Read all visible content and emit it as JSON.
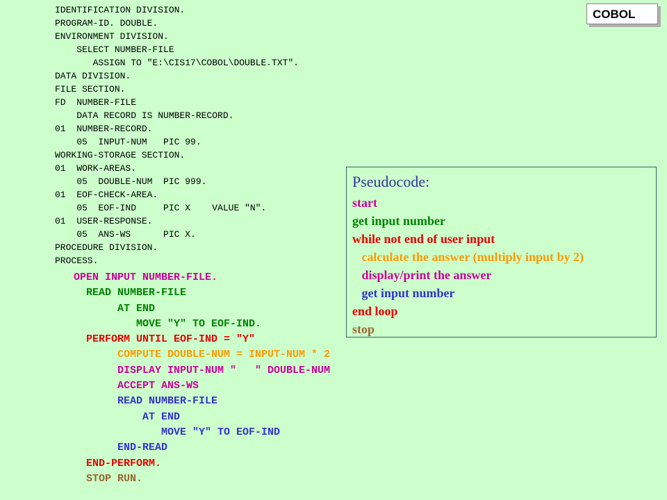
{
  "tag": {
    "label": "COBOL"
  },
  "colors": {
    "magenta": "#cc0099",
    "green": "#008000",
    "red": "#e60000",
    "orange": "#ff9900",
    "blue": "#3333cc",
    "olive": "#996633",
    "title": "#333399"
  },
  "code_small": [
    "IDENTIFICATION DIVISION.",
    "PROGRAM-ID. DOUBLE.",
    "ENVIRONMENT DIVISION.",
    "    SELECT NUMBER-FILE",
    "       ASSIGN TO \"E:\\CIS17\\COBOL\\DOUBLE.TXT\".",
    "DATA DIVISION.",
    "FILE SECTION.",
    "FD  NUMBER-FILE",
    "    DATA RECORD IS NUMBER-RECORD.",
    "01  NUMBER-RECORD.",
    "    05  INPUT-NUM   PIC 99.",
    "WORKING-STORAGE SECTION.",
    "01  WORK-AREAS.",
    "    05  DOUBLE-NUM  PIC 999.",
    "01  EOF-CHECK-AREA.",
    "    05  EOF-IND     PIC X    VALUE \"N\".",
    "01  USER-RESPONSE.",
    "    05  ANS-WS      PIC X.",
    "PROCEDURE DIVISION.",
    "PROCESS."
  ],
  "code_big": [
    {
      "text": "   OPEN INPUT NUMBER-FILE.",
      "color": "magenta"
    },
    {
      "text": "     READ NUMBER-FILE",
      "color": "green"
    },
    {
      "text": "          AT END",
      "color": "green"
    },
    {
      "text": "             MOVE \"Y\" TO EOF-IND.",
      "color": "green"
    },
    {
      "text": "     PERFORM UNTIL EOF-IND = \"Y\"",
      "color": "red"
    },
    {
      "text": "          COMPUTE DOUBLE-NUM = INPUT-NUM * 2",
      "color": "orange"
    },
    {
      "text": "          DISPLAY INPUT-NUM \"   \" DOUBLE-NUM",
      "color": "magenta"
    },
    {
      "text": "          ACCEPT ANS-WS",
      "color": "magenta"
    },
    {
      "text": "          READ NUMBER-FILE",
      "color": "blue"
    },
    {
      "text": "              AT END",
      "color": "blue"
    },
    {
      "text": "                 MOVE \"Y\" TO EOF-IND",
      "color": "blue"
    },
    {
      "text": "          END-READ",
      "color": "blue"
    },
    {
      "text": "     END-PERFORM.",
      "color": "red"
    },
    {
      "text": "     STOP RUN.",
      "color": "olive"
    }
  ],
  "pseudocode": {
    "title": "Pseudocode:",
    "lines": [
      {
        "text": "start",
        "color": "magenta"
      },
      {
        "text": "get input number",
        "color": "green"
      },
      {
        "text": "while not end of user input",
        "color": "red"
      },
      {
        "text": "   calculate the answer (multiply input by 2)",
        "color": "orange"
      },
      {
        "text": "   display/print the answer",
        "color": "magenta"
      },
      {
        "text": "   get input number",
        "color": "blue"
      },
      {
        "text": "end loop",
        "color": "red"
      },
      {
        "text": "stop",
        "color": "olive"
      }
    ]
  }
}
